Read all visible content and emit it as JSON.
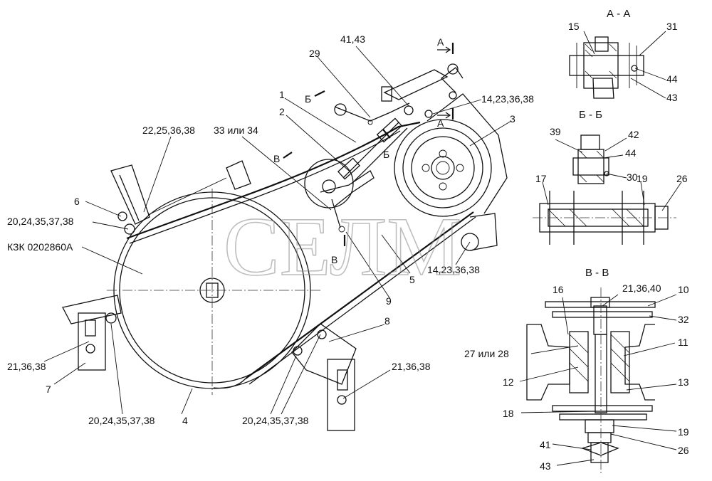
{
  "views": {
    "section_aa": "А - А",
    "section_bb": "Б - Б",
    "section_vv": "В - В"
  },
  "cut_markers": {
    "a_top": "А",
    "a_mid": "А",
    "b_top": "Б",
    "b_mid": "Б",
    "v_top": "В",
    "v_bottom": "В"
  },
  "callouts_main": {
    "c_41_43": "41,43",
    "c_29": "29",
    "c_1": "1",
    "c_2": "2",
    "c_14_23_36_38_top": "14,23,36,38",
    "c_3": "3",
    "c_22_25_36_38": "22,25,36,38",
    "c_33_34": "33 или 34",
    "c_6": "6",
    "c_20_24_35_37_38_left": "20,24,35,37,38",
    "c_kzk": "КЗК 0202860А",
    "c_14_23_36_38_bottom": "14,23,36,38",
    "c_5": "5",
    "c_9": "9",
    "c_8": "8",
    "c_21_36_38_left": "21,36,38",
    "c_21_36_38_right": "21,36,38",
    "c_7": "7",
    "c_20_24_35_37_38_bottom_left": "20,24,35,37,38",
    "c_4": "4",
    "c_20_24_35_37_38_bottom_mid": "20,24,35,37,38"
  },
  "callouts_aa": {
    "c_15": "15",
    "c_31": "31",
    "c_44": "44",
    "c_43": "43"
  },
  "callouts_bb": {
    "c_39": "39",
    "c_42": "42",
    "c_44": "44",
    "c_30": "30",
    "c_17": "17",
    "c_19": "19",
    "c_26": "26"
  },
  "callouts_vv": {
    "c_16": "16",
    "c_21_36_40": "21,36,40",
    "c_10": "10",
    "c_32": "32",
    "c_27_28": "27 или 28",
    "c_11": "11",
    "c_12": "12",
    "c_13": "13",
    "c_18": "18",
    "c_19": "19",
    "c_26": "26",
    "c_41": "41",
    "c_43": "43"
  },
  "watermark": "СЕЛМ"
}
